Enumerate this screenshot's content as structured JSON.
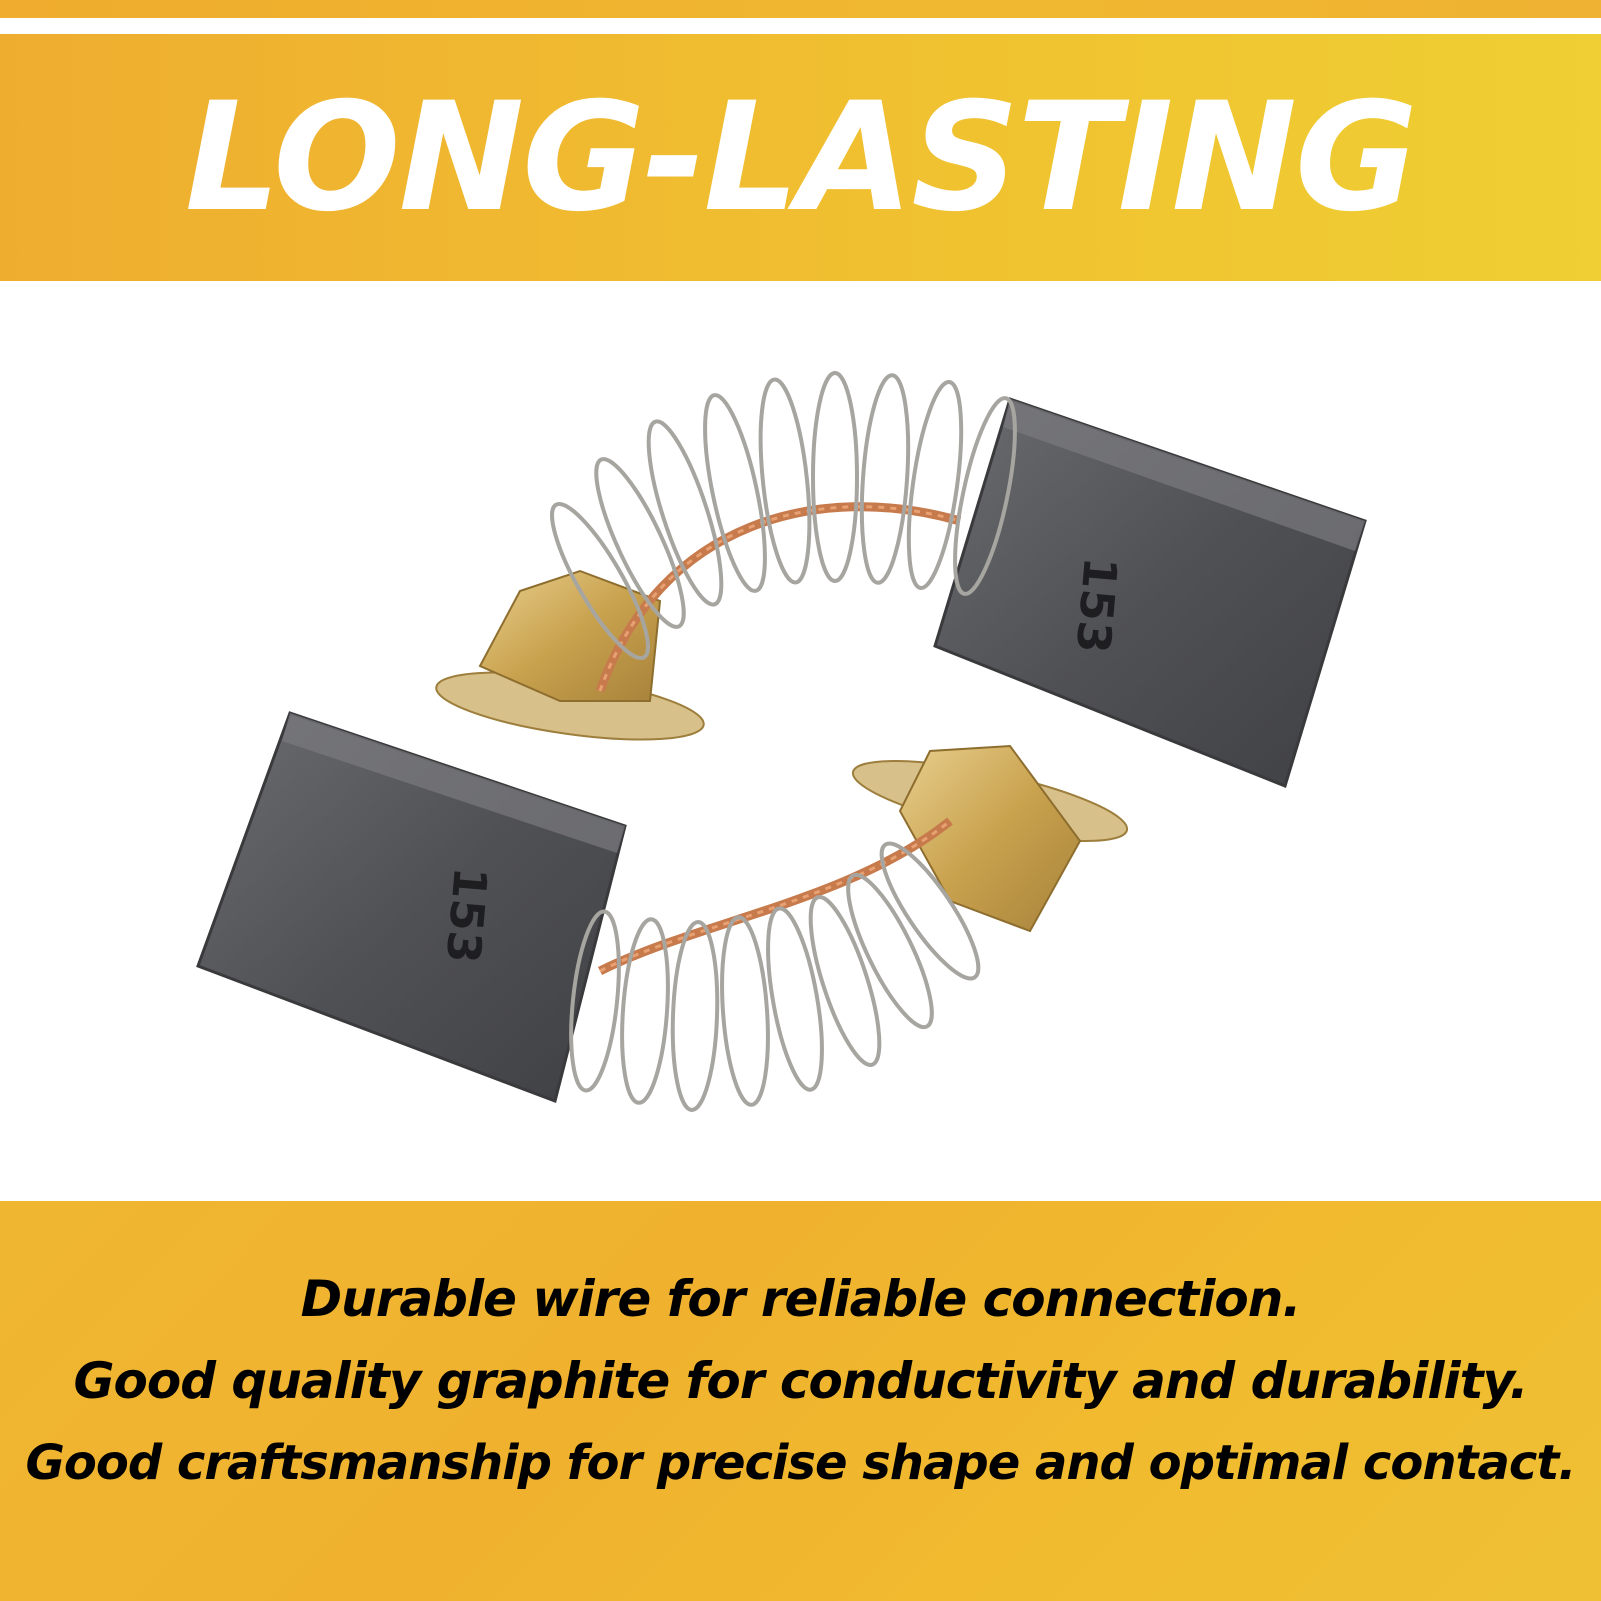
{
  "header": {
    "title": "LONG-LASTING"
  },
  "product": {
    "brush_marking_top": "153",
    "brush_marking_bottom": "153"
  },
  "features": [
    "Durable wire for reliable connection.",
    "Good quality graphite for conductivity and durability.",
    "Good craftsmanship for precise shape and optimal contact."
  ],
  "colors": {
    "accent_orange": "#efad30",
    "accent_yellow": "#efcf33",
    "graphite": "#55565a",
    "brass": "#c9a24e",
    "copper": "#c77a4c",
    "spring_steel": "#a7a5a0"
  }
}
